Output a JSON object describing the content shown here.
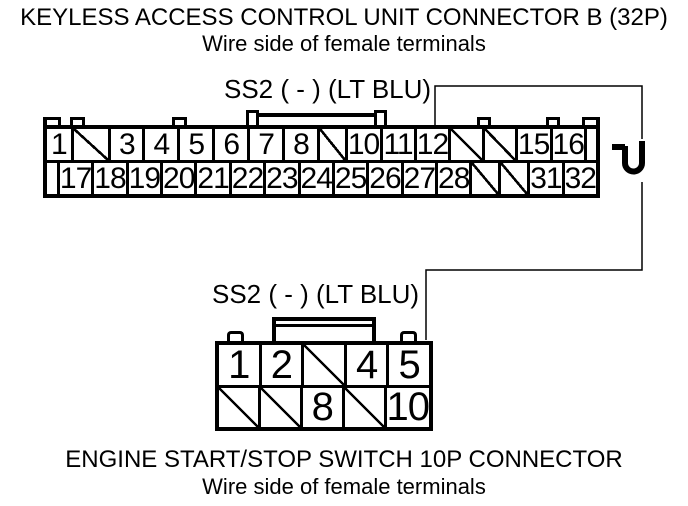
{
  "colors": {
    "foreground": "#000000",
    "background": "#ffffff"
  },
  "top_section": {
    "title": "KEYLESS ACCESS CONTROL UNIT CONNECTOR B (32P)",
    "subtitle": "Wire side of female terminals",
    "wire_label": "SS2 ( - ) (LT BLU)"
  },
  "bottom_section": {
    "title": "ENGINE START/STOP SWITCH 10P CONNECTOR",
    "subtitle": "Wire side of female terminals",
    "wire_label": "SS2 ( - ) (LT BLU)"
  },
  "icons": {
    "wire_joint": "U-shaped inline connector joint symbol with top-left hook"
  },
  "connector_b": {
    "pin_count_label": "32P",
    "wire_attached_pin": "12",
    "rows": [
      [
        {
          "type": "pin",
          "label": "1",
          "w": 26
        },
        {
          "type": "diag",
          "w": 38
        },
        {
          "type": "pin",
          "label": "3",
          "w": 34
        },
        {
          "type": "pin",
          "label": "4",
          "w": 35
        },
        {
          "type": "pin",
          "label": "5",
          "w": 35
        },
        {
          "type": "pin",
          "label": "6",
          "w": 35
        },
        {
          "type": "pin",
          "label": "7",
          "w": 35
        },
        {
          "type": "pin",
          "label": "8",
          "w": 35
        },
        {
          "type": "diag",
          "w": 27
        },
        {
          "type": "pin",
          "label": "10",
          "w": 35
        },
        {
          "type": "pin",
          "label": "11",
          "w": 34
        },
        {
          "type": "pin",
          "label": "12",
          "w": 35
        },
        {
          "type": "diag",
          "w": 33
        },
        {
          "type": "diag",
          "w": 33
        },
        {
          "type": "pin",
          "label": "15",
          "w": 35
        },
        {
          "type": "pin",
          "label": "16",
          "w": 34
        },
        {
          "type": "blank",
          "w": 10
        }
      ],
      [
        {
          "type": "blank",
          "w": 13
        },
        {
          "type": "pin",
          "label": "17",
          "w": 34
        },
        {
          "type": "pin",
          "label": "18",
          "w": 34
        },
        {
          "type": "pin",
          "label": "19",
          "w": 34
        },
        {
          "type": "pin",
          "label": "20",
          "w": 34
        },
        {
          "type": "pin",
          "label": "21",
          "w": 34
        },
        {
          "type": "pin",
          "label": "22",
          "w": 34
        },
        {
          "type": "pin",
          "label": "23",
          "w": 34
        },
        {
          "type": "pin",
          "label": "24",
          "w": 34
        },
        {
          "type": "pin",
          "label": "25",
          "w": 34
        },
        {
          "type": "pin",
          "label": "26",
          "w": 34
        },
        {
          "type": "pin",
          "label": "27",
          "w": 34
        },
        {
          "type": "pin",
          "label": "28",
          "w": 34
        },
        {
          "type": "diag",
          "w": 34
        },
        {
          "type": "diag",
          "w": 34
        },
        {
          "type": "pin",
          "label": "31",
          "w": 34
        },
        {
          "type": "pin",
          "label": "32",
          "w": 34
        }
      ]
    ]
  },
  "connector_10p": {
    "pin_count_label": "10P",
    "wire_attached_pin": "5",
    "rows": [
      [
        {
          "type": "pin",
          "label": "1",
          "w": 1
        },
        {
          "type": "pin",
          "label": "2",
          "w": 1
        },
        {
          "type": "diag",
          "w": 1
        },
        {
          "type": "pin",
          "label": "4",
          "w": 1
        },
        {
          "type": "pin",
          "label": "5",
          "w": 1
        }
      ],
      [
        {
          "type": "diag",
          "w": 1
        },
        {
          "type": "diag",
          "w": 1
        },
        {
          "type": "pin",
          "label": "8",
          "w": 1
        },
        {
          "type": "diag",
          "w": 1
        },
        {
          "type": "pin",
          "label": "10",
          "w": 1
        }
      ]
    ]
  }
}
